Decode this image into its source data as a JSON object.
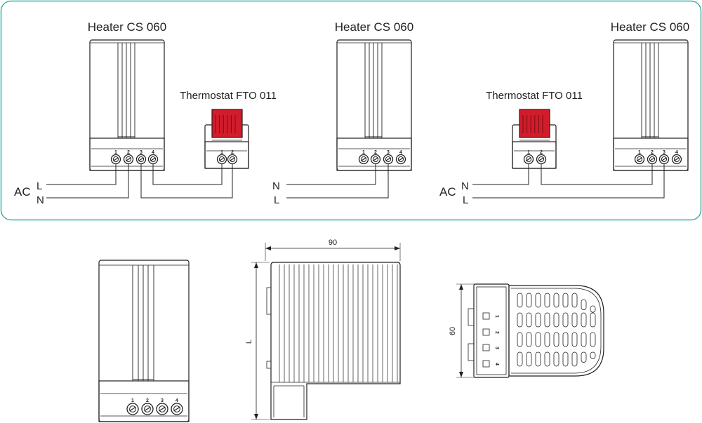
{
  "colors": {
    "panel_border": "#38b2a6",
    "thermostat_red": "#d11c2b",
    "housing_fill": "#ffffff",
    "terminal_fill": "#f3f3f3",
    "line": "#231f20"
  },
  "panel": {
    "diagram1": {
      "heater_label": "Heater CS 060",
      "thermostat_label": "Thermostat FTO 011",
      "ac_label": "AC",
      "wire_top": "L",
      "wire_bottom": "N",
      "heater_terminals": [
        "1",
        "2",
        "3",
        "4"
      ],
      "thermostat_terminals": [
        "1",
        "2"
      ]
    },
    "diagram2": {
      "heater_label": "Heater CS 060",
      "wire_top": "N",
      "wire_bottom": "L",
      "heater_terminals": [
        "1",
        "2",
        "3",
        "4"
      ]
    },
    "diagram3": {
      "heater_label": "Heater CS 060",
      "thermostat_label": "Thermostat FTO 011",
      "ac_label": "AC",
      "wire_top": "N",
      "wire_bottom": "L",
      "heater_terminals": [
        "1",
        "2",
        "3",
        "4"
      ],
      "thermostat_terminals": [
        "1",
        "2"
      ]
    }
  },
  "drawings": {
    "front_terminals": [
      "1",
      "2",
      "3",
      "4"
    ],
    "side_width_label": "90",
    "side_height_label": "L",
    "top_depth_label": "60",
    "top_terminals": [
      "1",
      "2",
      "3",
      "4"
    ]
  }
}
